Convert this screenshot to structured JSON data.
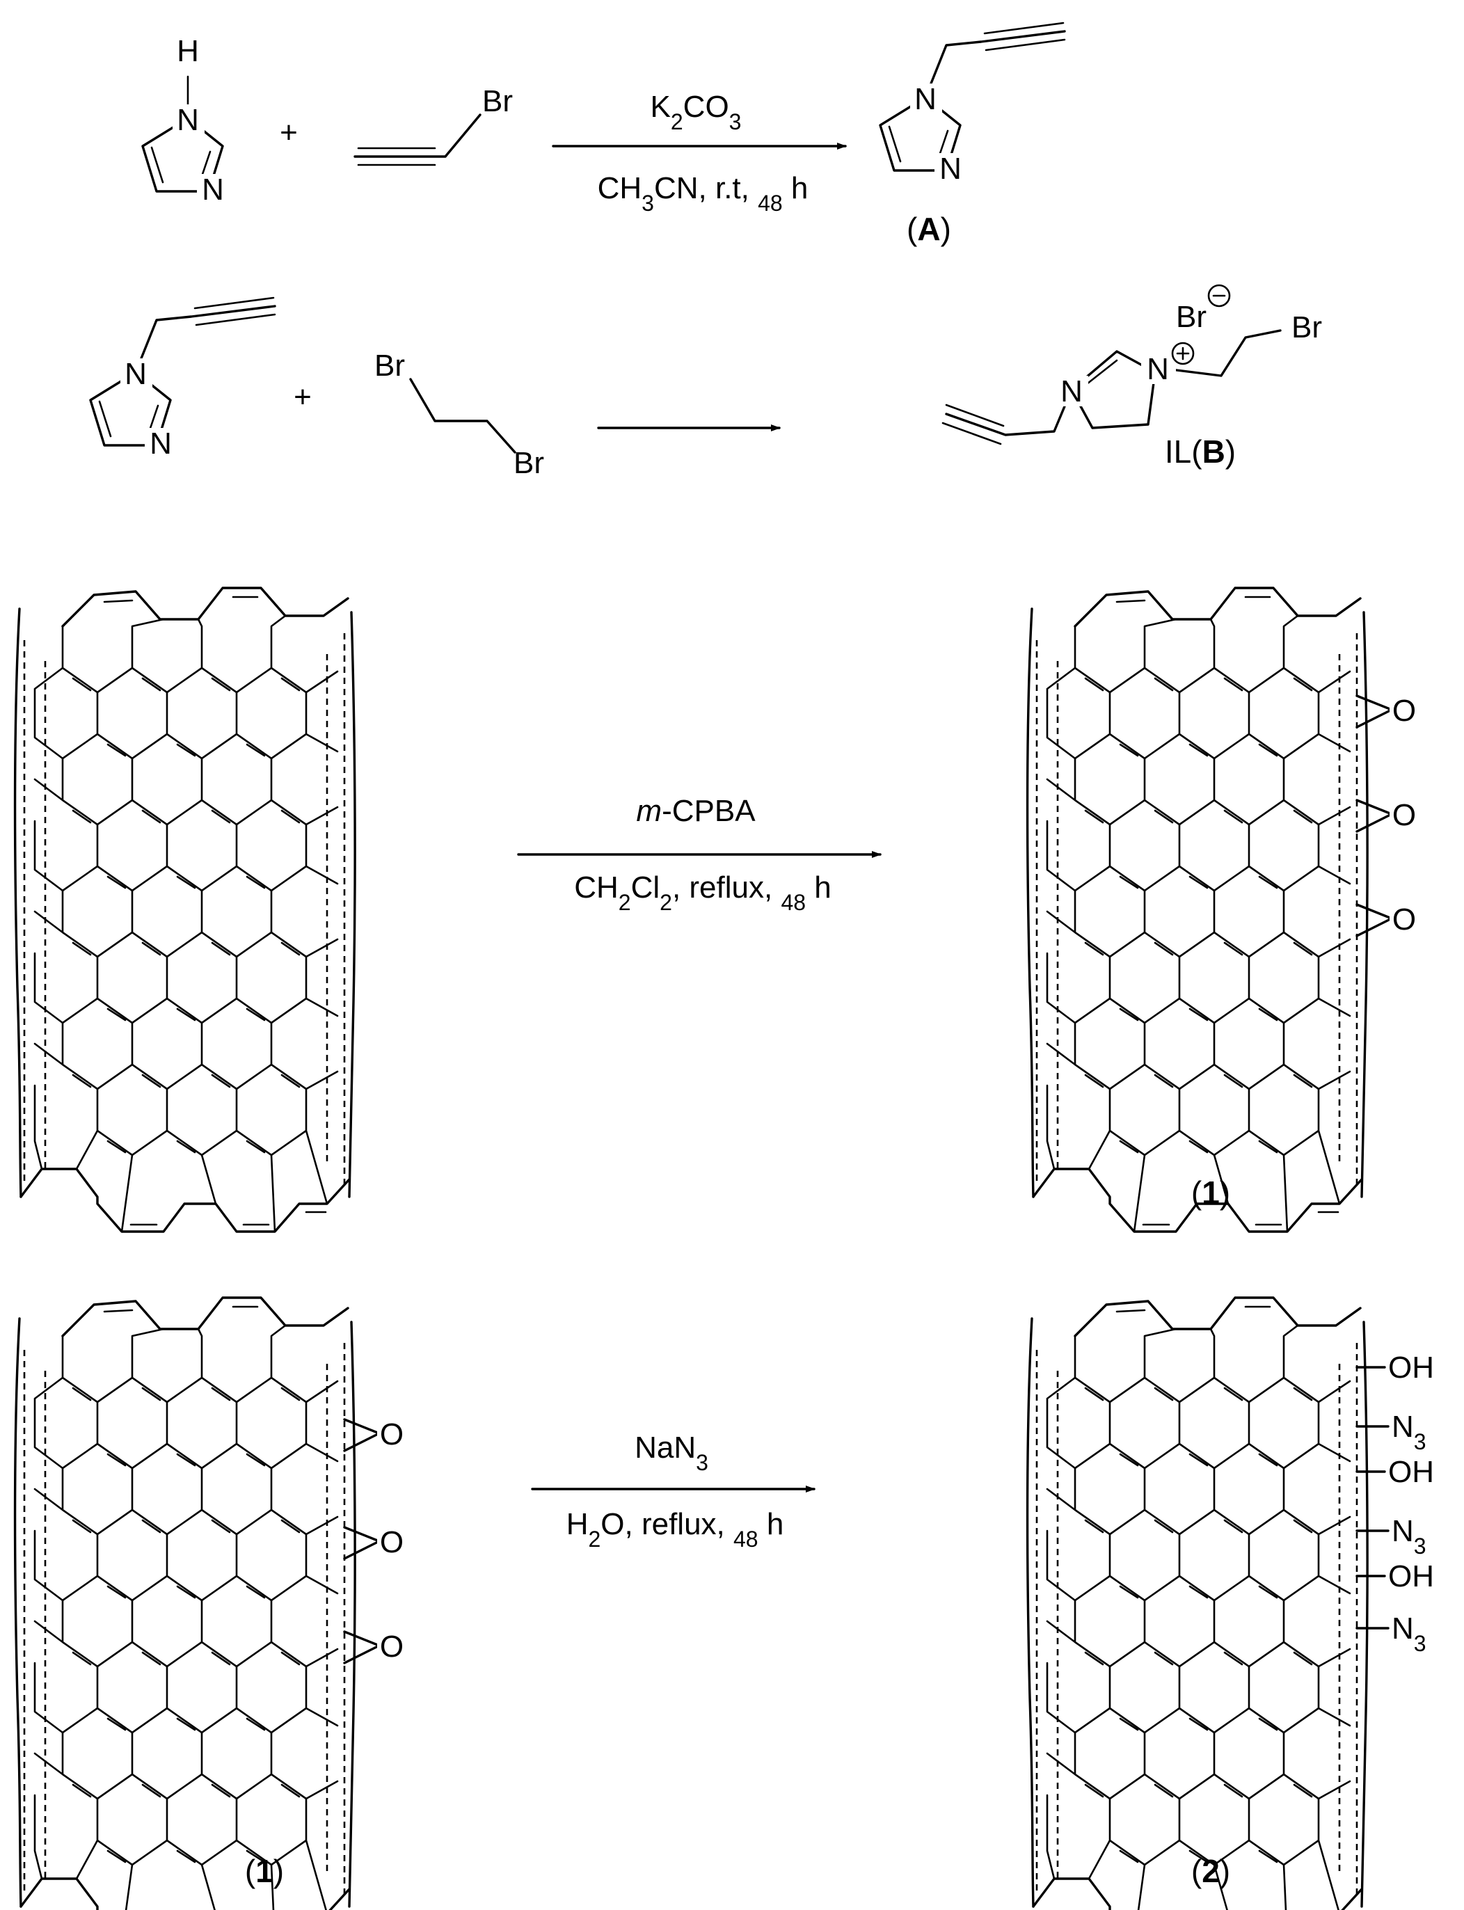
{
  "reaction1": {
    "plus": "+",
    "reagent_above": "K2CO3",
    "conditions_below": "CH3CN, r.t, 48 h",
    "product_label_open": "(",
    "product_label": "A",
    "product_label_close": ")",
    "atoms": {
      "N": "N",
      "H": "H",
      "Br": "Br"
    }
  },
  "reaction2": {
    "plus": "+",
    "product_label_prefix": "IL(",
    "product_label": "B",
    "product_label_suffix": ")",
    "atoms": {
      "N": "N",
      "Br": "Br",
      "BrAnion": "Br"
    }
  },
  "reaction3": {
    "reagent_above_italic": "m",
    "reagent_above_rest": "-CPBA",
    "conditions_below": "CH2Cl2, reflux, 48 h",
    "product_label_open": "(",
    "product_label": "1",
    "product_label_close": ")",
    "epoxide_atom": "O"
  },
  "reaction4": {
    "reagent_above": "NaN3",
    "conditions_below": "H2O, reflux, 48 h",
    "start_label_open": "(",
    "start_label": "1",
    "start_label_close": ")",
    "product_label_open": "(",
    "product_label": "2",
    "product_label_close": ")",
    "epoxide_atom": "O",
    "substituents": [
      "OH",
      "N3",
      "OH",
      "N3",
      "OH",
      "N3"
    ]
  }
}
